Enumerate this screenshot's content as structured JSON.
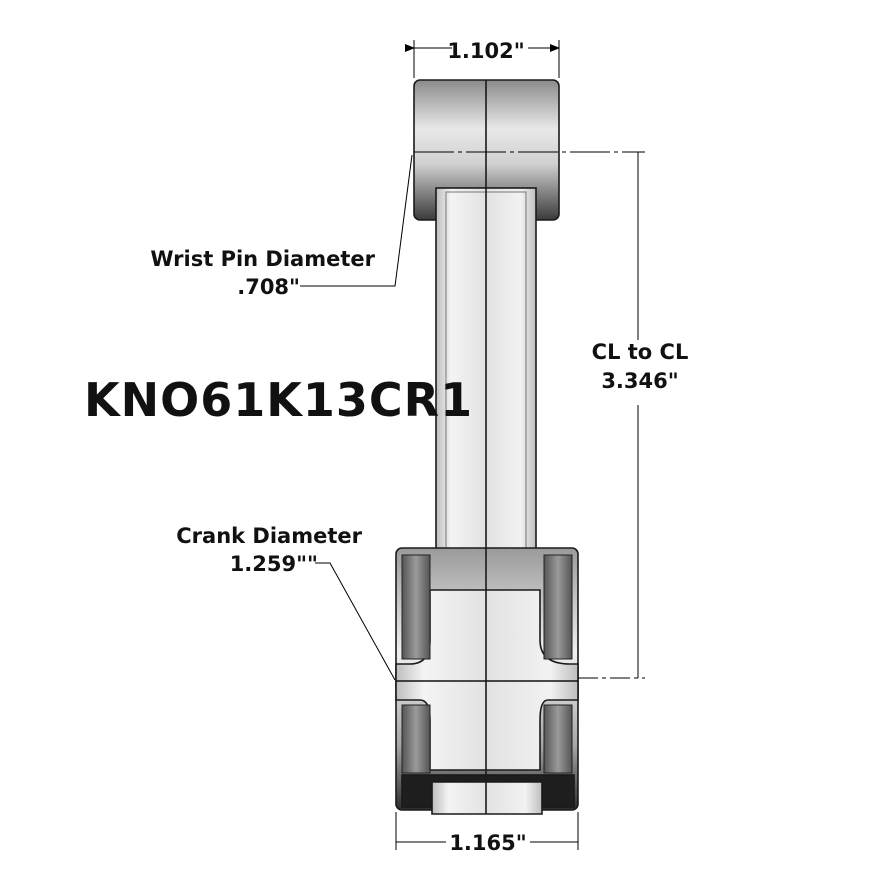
{
  "part_number": "KNO61K13CR1",
  "dimensions": {
    "small_end_width": "1.102\"",
    "big_end_width": "1.165\"",
    "wrist_pin_label": "Wrist Pin Diameter",
    "wrist_pin_value": ".708\"",
    "crank_label": "Crank Diameter",
    "crank_value": "1.259\"\"",
    "cl_label": "CL to CL",
    "cl_value": "3.346\""
  }
}
